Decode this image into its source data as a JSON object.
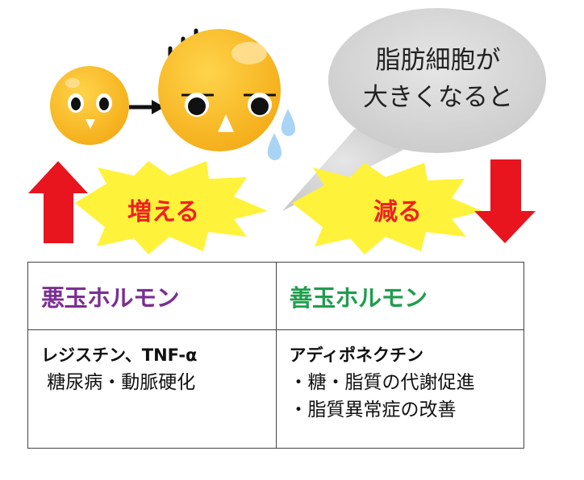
{
  "bubble": {
    "line1": "脂肪細胞が",
    "line2": "大きくなると"
  },
  "left_burst": {
    "label": "増える"
  },
  "right_burst": {
    "label": "減る"
  },
  "table": {
    "bad": {
      "header": "悪玉ホルモン",
      "name": "レジスチン、TNF-α",
      "effects": [
        " 糖尿病・動脈硬化"
      ]
    },
    "good": {
      "header": "善玉ホルモン",
      "name": "アディポネクチン",
      "effects": [
        "・糖・脂質の代謝促進",
        "・脂質異常症の改善"
      ]
    }
  },
  "colors": {
    "face": "#fbbf2a",
    "burst": "#fff23a",
    "arrow": "#e8141e",
    "bubble": "#d3d3d3",
    "bad_header": "#7a2f93",
    "good_header": "#1f9e4e",
    "drop": "#a9d4f5"
  }
}
